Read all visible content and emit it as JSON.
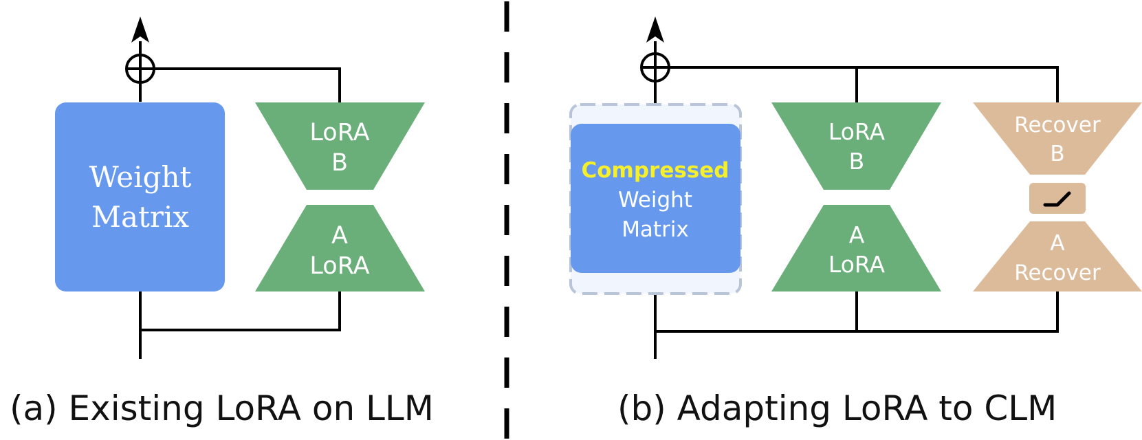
{
  "left_panel": {
    "weight_matrix": {
      "line1": "Weight",
      "line2": "Matrix"
    },
    "lora_b": {
      "line1": "LoRA",
      "line2": "B"
    },
    "lora_a": {
      "line1": "A",
      "line2": "LoRA"
    },
    "caption": "(a) Existing LoRA on LLM"
  },
  "right_panel": {
    "compressed_matrix": {
      "highlight": "Compressed",
      "line2": "Weight",
      "line3": "Matrix"
    },
    "lora_b": {
      "line1": "LoRA",
      "line2": "B"
    },
    "lora_a": {
      "line1": "A",
      "line2": "LoRA"
    },
    "recover_b": {
      "line1": "Recover",
      "line2": "B"
    },
    "recover_a": {
      "line1": "A",
      "line2": "Recover"
    },
    "activation_icon": "relu-icon",
    "caption": "(b) Adapting LoRA to CLM"
  },
  "colors": {
    "matrix_blue": "#6699ee",
    "lora_green": "#6aaf79",
    "recover_tan": "#dcbb9b",
    "highlight_yellow": "#f5f02a",
    "dashed_border": "#b8c4d8",
    "dashed_fill": "#f1f5fd"
  }
}
